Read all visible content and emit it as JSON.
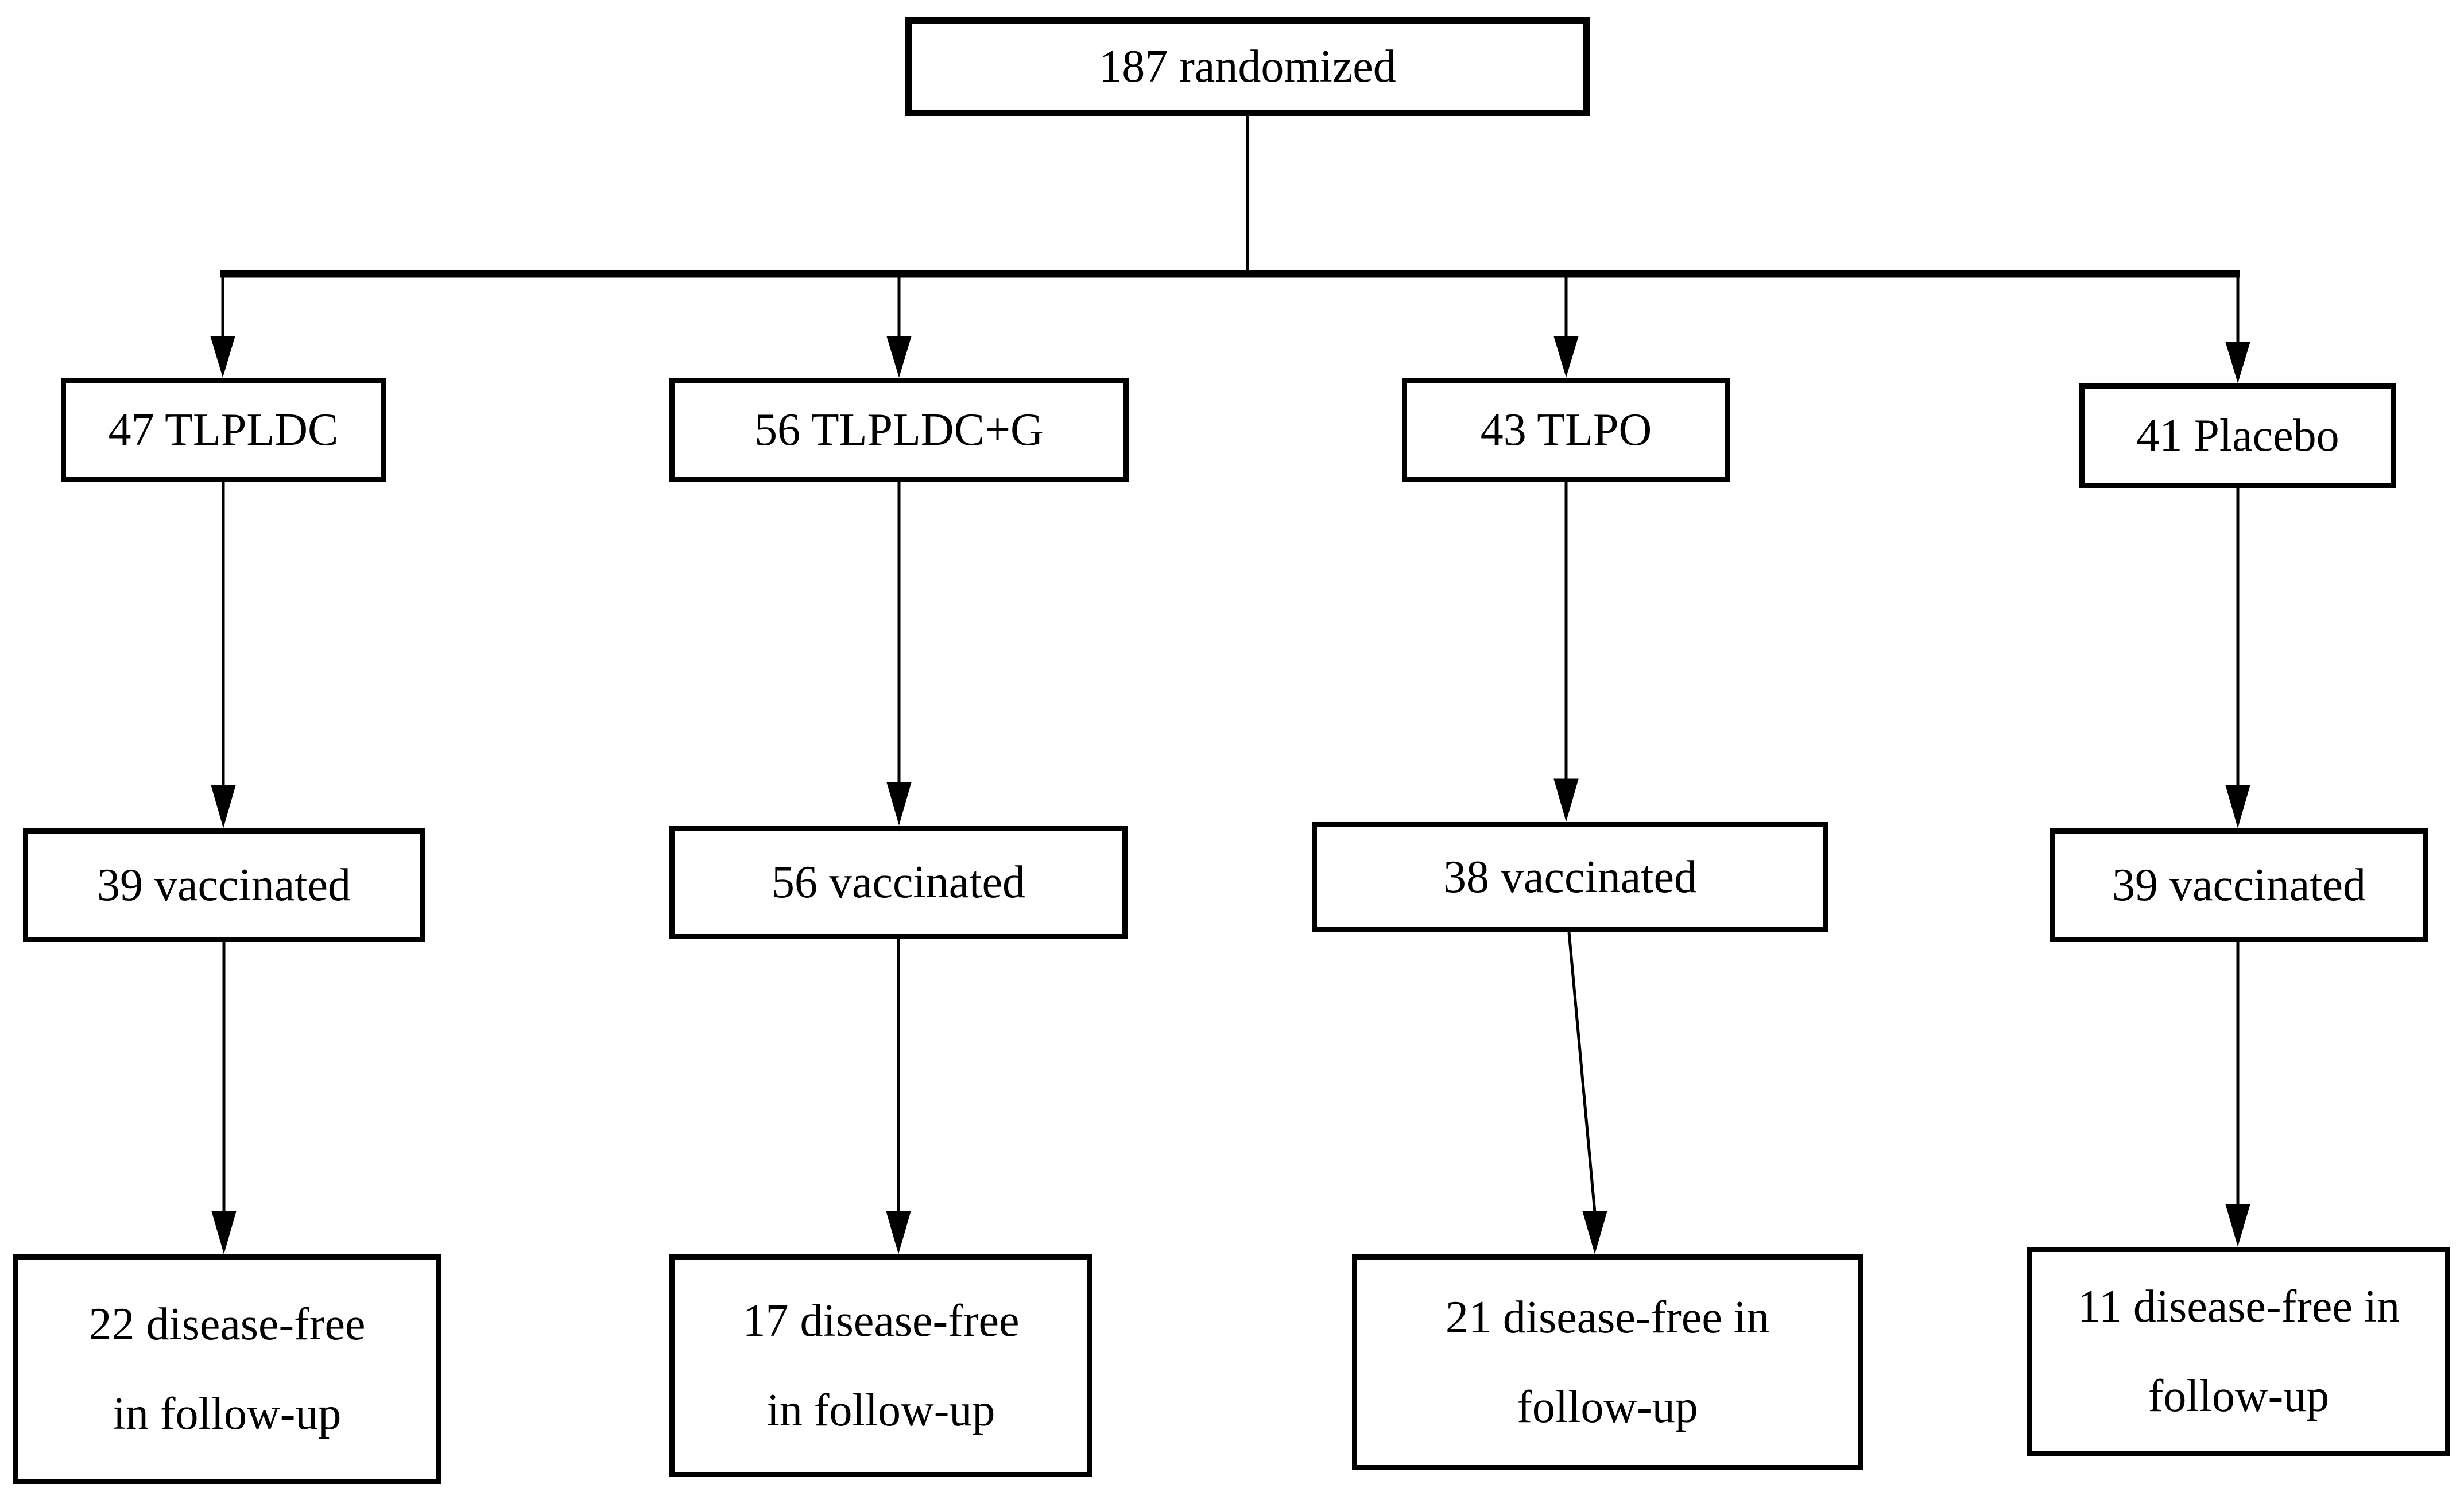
{
  "flowchart": {
    "root_label": "187 randomized",
    "columns": [
      {
        "arm_label": "47 TLPLDC",
        "vaccinated_label": "39 vaccinated",
        "outcome_line1": "22 disease-free",
        "outcome_line2": "in follow-up"
      },
      {
        "arm_label": "56 TLPLDC+G",
        "vaccinated_label": "56 vaccinated",
        "outcome_line1": "17 disease-free",
        "outcome_line2": "in follow-up"
      },
      {
        "arm_label": "43 TLPO",
        "vaccinated_label": "38 vaccinated",
        "outcome_line1": "21 disease-free in",
        "outcome_line2": "follow-up"
      },
      {
        "arm_label": "41 Placebo",
        "vaccinated_label": "39 vaccinated",
        "outcome_line1": "11 disease-free in",
        "outcome_line2": "follow-up"
      }
    ],
    "colors": {
      "line": "#000000",
      "box_background": "#ffffff",
      "text": "#000000"
    }
  }
}
